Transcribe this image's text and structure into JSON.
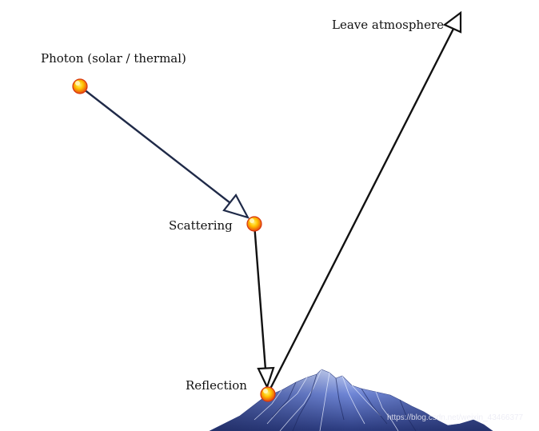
{
  "labels": {
    "photon": "Photon (solar / thermal)",
    "scattering": "Scattering",
    "reflection": "Reflection",
    "leave": "Leave atmosphere"
  },
  "watermark": "https://blog.csdn.net/weixin_43466377",
  "colors": {
    "arrow_incoming": "#1f2a48",
    "arrow_outgoing": "#111111",
    "point_outer": "#e03a10",
    "point_inner": "#ffd400",
    "mountain_light": "#8fa6e6",
    "mountain_dark": "#22306a"
  }
}
